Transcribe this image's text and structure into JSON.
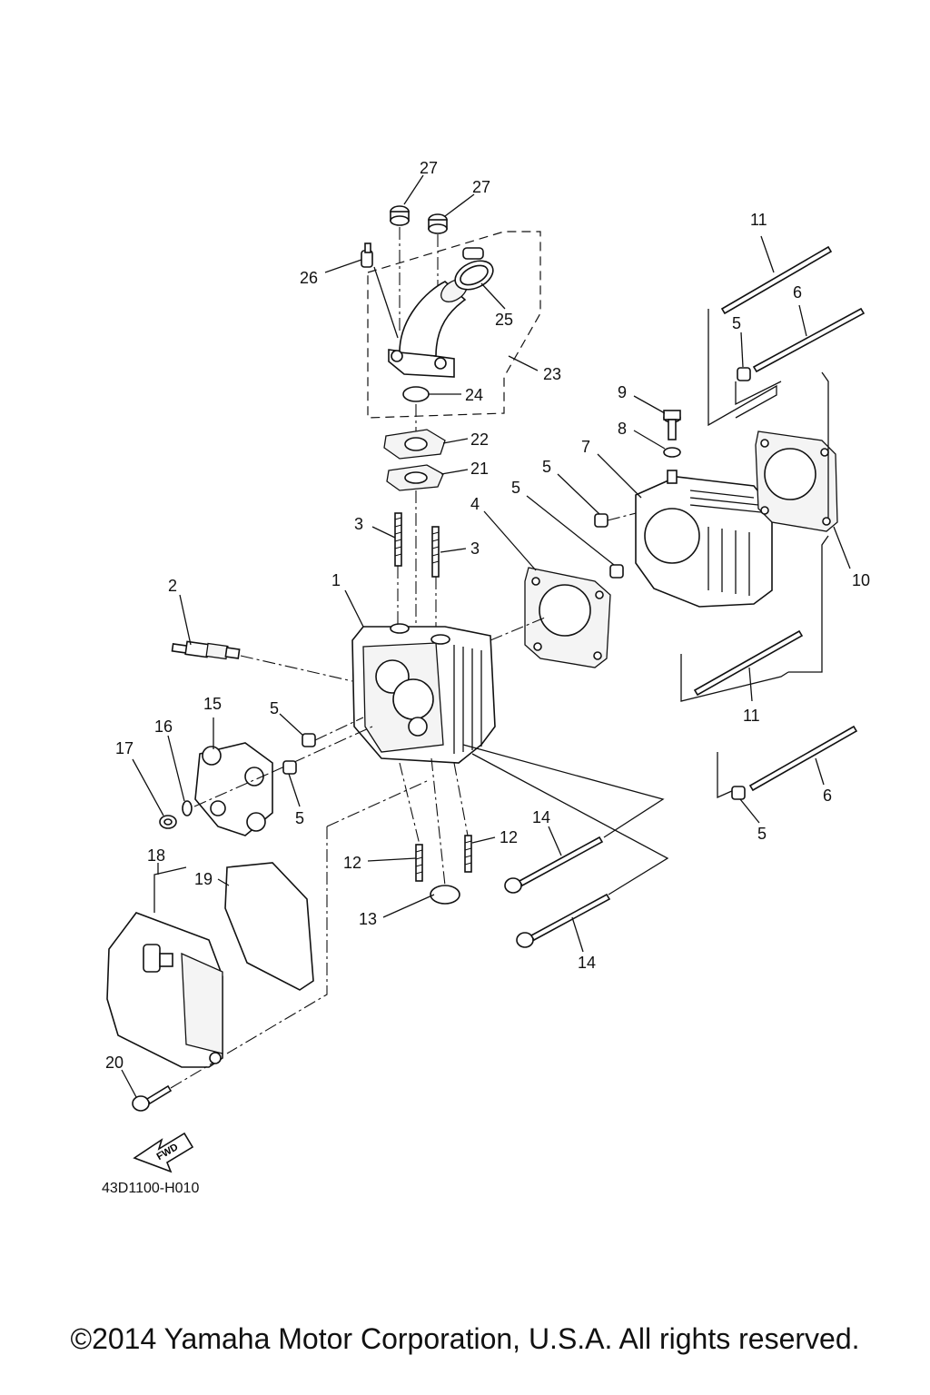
{
  "diagram_code": "43D1100-H010",
  "copyright": "©2014 Yamaha Motor Corporation, U.S.A. All rights reserved.",
  "fwd_label": "FWD",
  "callouts": {
    "c1": "1",
    "c2": "2",
    "c3a": "3",
    "c3b": "3",
    "c4": "4",
    "c5a": "5",
    "c5b": "5",
    "c5c": "5",
    "c5d": "5",
    "c5e": "5",
    "c5f": "5",
    "c6a": "6",
    "c6b": "6",
    "c7": "7",
    "c8": "8",
    "c9": "9",
    "c10": "10",
    "c11a": "11",
    "c11b": "11",
    "c12a": "12",
    "c12b": "12",
    "c13": "13",
    "c14a": "14",
    "c14b": "14",
    "c15": "15",
    "c16": "16",
    "c17": "17",
    "c18": "18",
    "c19": "19",
    "c20": "20",
    "c21": "21",
    "c22": "22",
    "c23": "23",
    "c24": "24",
    "c25": "25",
    "c26": "26",
    "c27a": "27",
    "c27b": "27"
  }
}
